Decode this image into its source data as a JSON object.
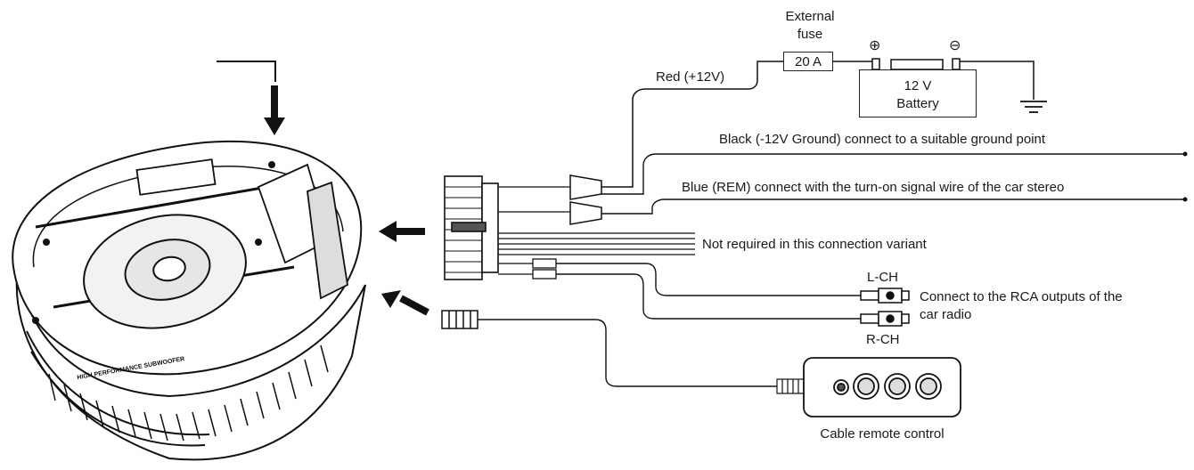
{
  "fuse": {
    "title_line1": "External",
    "title_line2": "fuse",
    "rating": "20 A"
  },
  "battery": {
    "voltage": "12 V",
    "label": "Battery",
    "positive_symbol": "⊕",
    "negative_symbol": "⊖"
  },
  "wires": {
    "red": "Red (+12V)",
    "black": "Black (-12V Ground) connect to a suitable ground point",
    "blue": "Blue (REM) connect with the turn-on signal wire of the car stereo",
    "not_required": "Not required in this connection variant"
  },
  "rca": {
    "left": "L-CH",
    "right": "R-CH",
    "note_line1": "Connect to the RCA outputs of the",
    "note_line2": "car radio"
  },
  "remote": {
    "label": "Cable remote control"
  },
  "subwoofer": {
    "print": "HIGH PERFORMANCE SUBWOOFER"
  }
}
